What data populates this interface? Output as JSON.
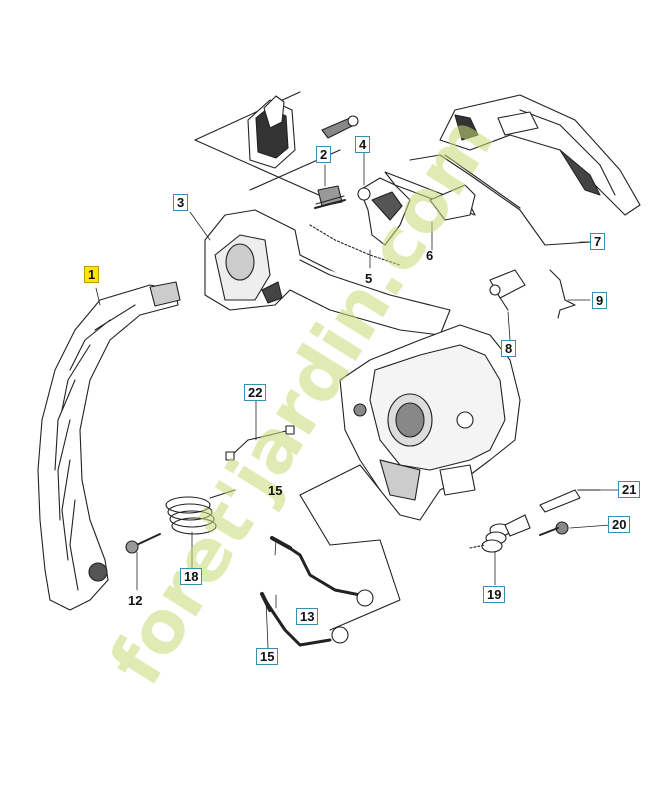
{
  "callouts": [
    {
      "id": "1",
      "label": "1",
      "style": "highlight"
    },
    {
      "id": "2",
      "label": "2",
      "style": "boxed"
    },
    {
      "id": "3",
      "label": "3",
      "style": "boxed"
    },
    {
      "id": "4",
      "label": "4",
      "style": "boxed"
    },
    {
      "id": "5",
      "label": "5",
      "style": "plain"
    },
    {
      "id": "6",
      "label": "6",
      "style": "plain"
    },
    {
      "id": "7",
      "label": "7",
      "style": "boxed"
    },
    {
      "id": "8",
      "label": "8",
      "style": "boxed"
    },
    {
      "id": "9",
      "label": "9",
      "style": "boxed"
    },
    {
      "id": "12",
      "label": "12",
      "style": "plain"
    },
    {
      "id": "13",
      "label": "13",
      "style": "boxed"
    },
    {
      "id": "15a",
      "label": "15",
      "style": "plain"
    },
    {
      "id": "15b",
      "label": "15",
      "style": "boxed"
    },
    {
      "id": "18",
      "label": "18",
      "style": "boxed"
    },
    {
      "id": "19",
      "label": "19",
      "style": "boxed"
    },
    {
      "id": "20",
      "label": "20",
      "style": "boxed"
    },
    {
      "id": "21",
      "label": "21",
      "style": "boxed"
    },
    {
      "id": "22",
      "label": "22",
      "style": "boxed"
    }
  ],
  "watermark": {
    "text": "foret'jardin.com",
    "colors": [
      "#c8dc78",
      "#f2c89a"
    ]
  }
}
